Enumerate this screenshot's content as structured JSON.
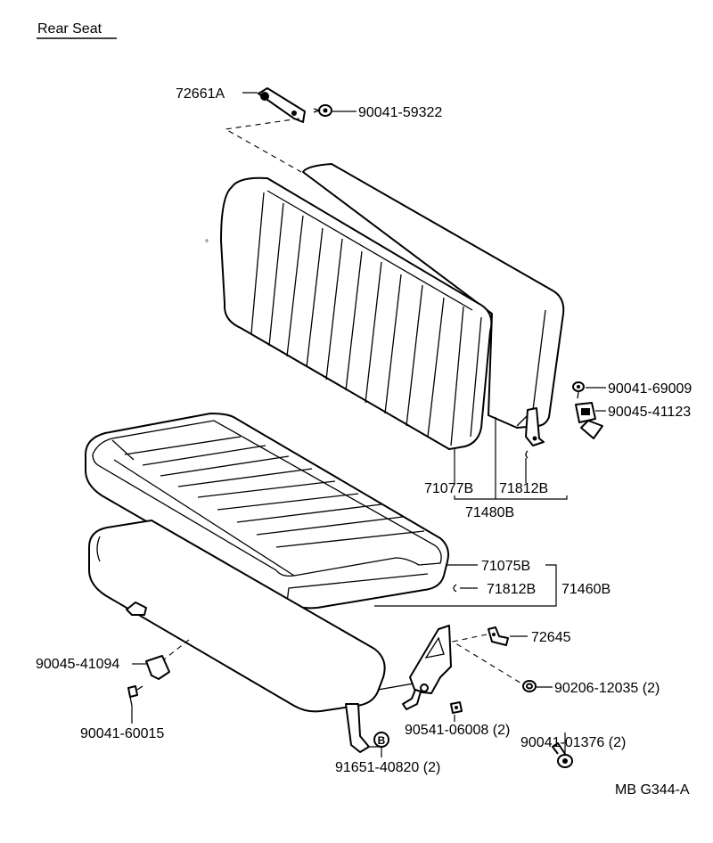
{
  "title": "Rear Seat",
  "diagram_code": "MB G344-A",
  "parts": {
    "p72661a": "72661A",
    "p90041_59322": "90041-59322",
    "p90041_69009": "90041-69009",
    "p90045_41123": "90045-41123",
    "p71077b": "71077B",
    "p71812b_upper": "71812B",
    "p71480b": "71480B",
    "p71075b": "71075B",
    "p71812b_lower": "71812B",
    "p71460b": "71460B",
    "p72645": "72645",
    "p90045_41094": "90045-41094",
    "p90206_12035": "90206-12035 (2)",
    "p90541_06008": "90541-06008 (2)",
    "p90041_01376": "90041-01376 (2)",
    "p90041_60015": "90041-60015",
    "p91651_40820": "91651-40820 (2)",
    "marker_b": "B"
  }
}
